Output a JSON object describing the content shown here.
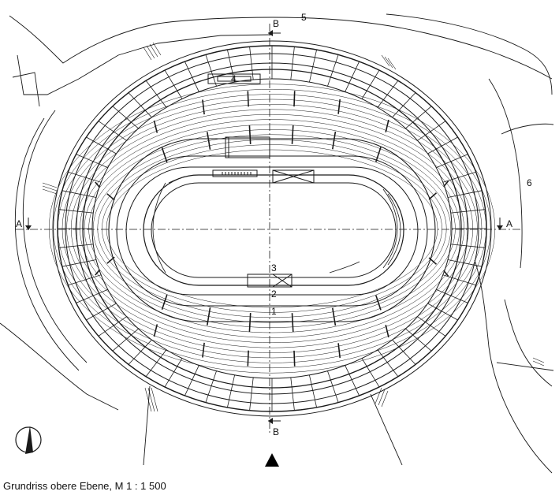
{
  "drawing": {
    "caption": "Grundriss obere Ebene, M 1 : 1 500",
    "labels": {
      "n1": "1",
      "n2": "2",
      "n3": "3",
      "n4": "4",
      "n5": "5",
      "n6": "6"
    },
    "section_marks": {
      "a_left": "A",
      "a_right": "A",
      "b_top": "B",
      "b_bottom": "B"
    }
  },
  "colors": {
    "line": "#1a1a1a",
    "paper": "#ffffff"
  }
}
